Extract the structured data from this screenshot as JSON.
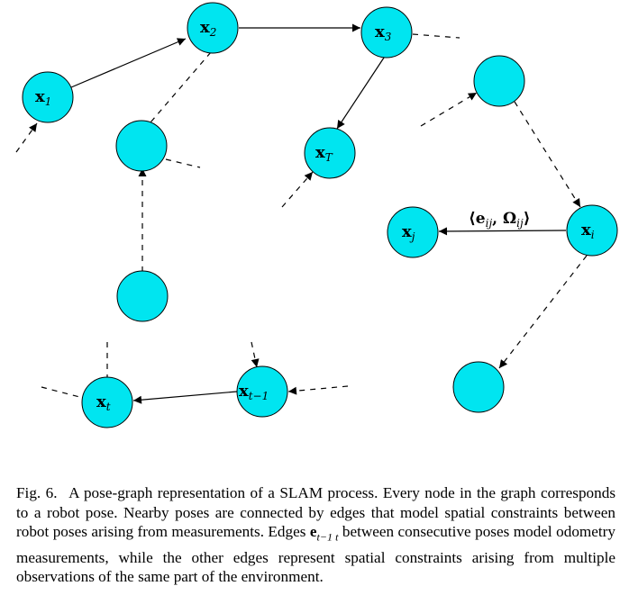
{
  "nodes": {
    "x1": {
      "base": "x",
      "sub": "1"
    },
    "x2": {
      "base": "x",
      "sub": "2"
    },
    "x3": {
      "base": "x",
      "sub": "3"
    },
    "xT": {
      "base": "x",
      "sub": "T"
    },
    "xi": {
      "base": "x",
      "sub": "i"
    },
    "xj": {
      "base": "x",
      "sub": "j"
    },
    "xt": {
      "base": "x",
      "sub": "t"
    },
    "xt1": {
      "base": "x",
      "sub": "t−1"
    }
  },
  "edge_label": {
    "open": "⟨",
    "e": "e",
    "e_sub": "ij",
    "sep": ", ",
    "omega": "Ω",
    "omega_sub": "ij",
    "close": "⟩"
  },
  "colors": {
    "node_fill": "#00e5f0",
    "stroke": "#000000"
  },
  "caption": {
    "fig_label": "Fig. 6.",
    "text_before": "A pose-graph representation of a SLAM process. Every node in the graph corresponds to a robot pose. Nearby poses are connected by edges that model spatial constraints between robot poses arising from measurements. Edges ",
    "math_base": "e",
    "math_sub": "t−1 t",
    "text_after": " between consecutive poses model odometry measurements, while the other edges represent spatial constraints arising from multiple observations of the same part of the environment."
  }
}
